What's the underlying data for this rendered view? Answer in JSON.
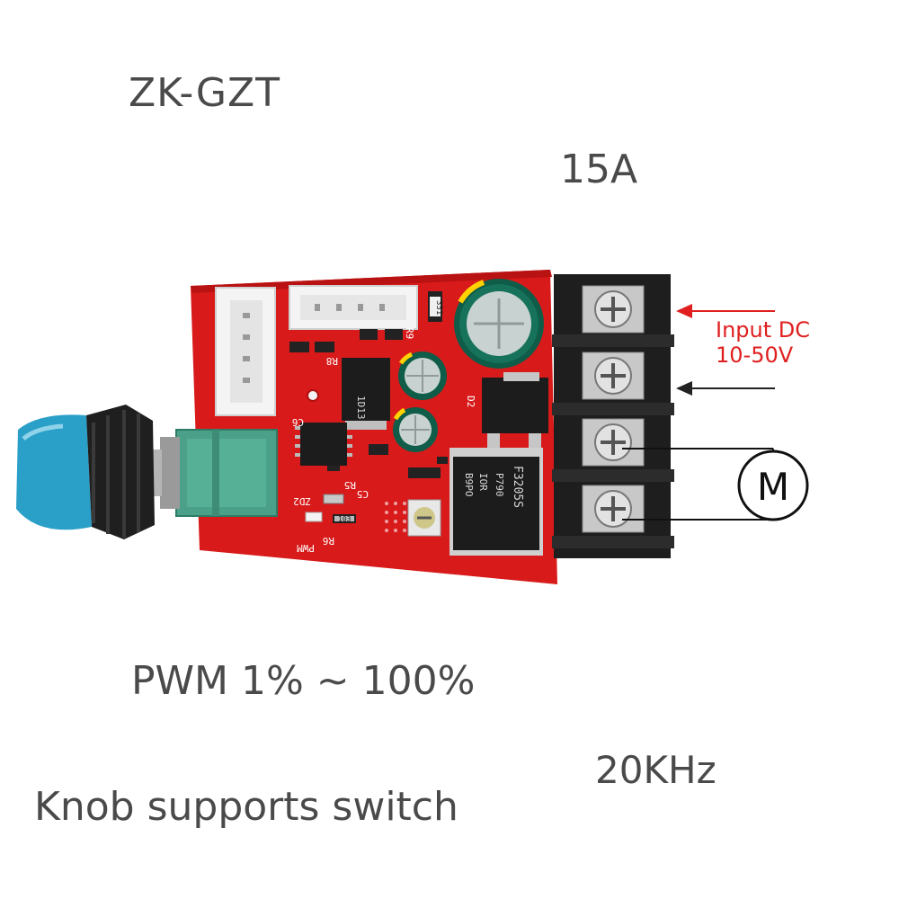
{
  "captions": {
    "model": "ZK-GZT",
    "current": "15A",
    "pwm_range": "PWM 1% ~ 100%",
    "frequency": "20KHz",
    "knob_note": "Knob supports switch"
  },
  "input_annotation": {
    "line1": "Input DC",
    "line2": "10-50V"
  },
  "motor_symbol": "M",
  "board_labels": {
    "pwm": "PWM",
    "r6": "R6",
    "r5": "R5",
    "c5": "C5",
    "zd2": "ZD2",
    "c6": "C6",
    "r8": "R8",
    "r9": "R9",
    "d2": "D2",
    "mosfet": "F3205S",
    "mosfet_brand": "IOR",
    "mosfet_code": "P790",
    "mosfet_lot": "B9PO",
    "ic_regulator": "1D13",
    "res_331": "331",
    "res_103": "103"
  },
  "colors": {
    "pcb": "#d81a1a",
    "terminal": "#1e1e1e",
    "knob_blue": "#2a9fc7",
    "pot_green": "#4aa088",
    "annotation_red": "#e02020",
    "caption_gray": "#4a4a4a"
  }
}
